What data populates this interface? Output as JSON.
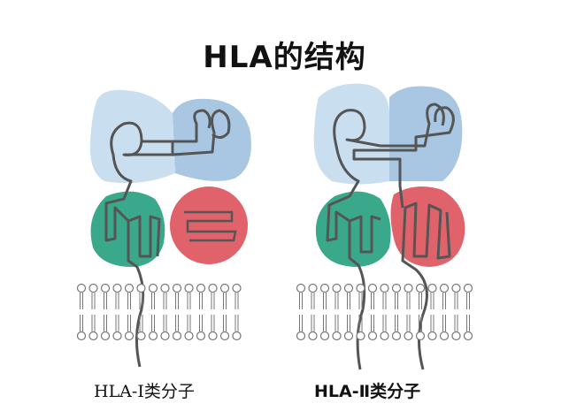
{
  "title": "HLA的结构",
  "captions": {
    "class_i": "HLA-Ⅰ类分子",
    "class_ii": "HLA-Ⅱ类分子"
  },
  "colors": {
    "light_blue": "#c9dff0",
    "blue": "#a9c7e2",
    "teal": "#3aa98b",
    "red": "#e0626b",
    "strand": "#555555",
    "lipid": "#777777"
  }
}
